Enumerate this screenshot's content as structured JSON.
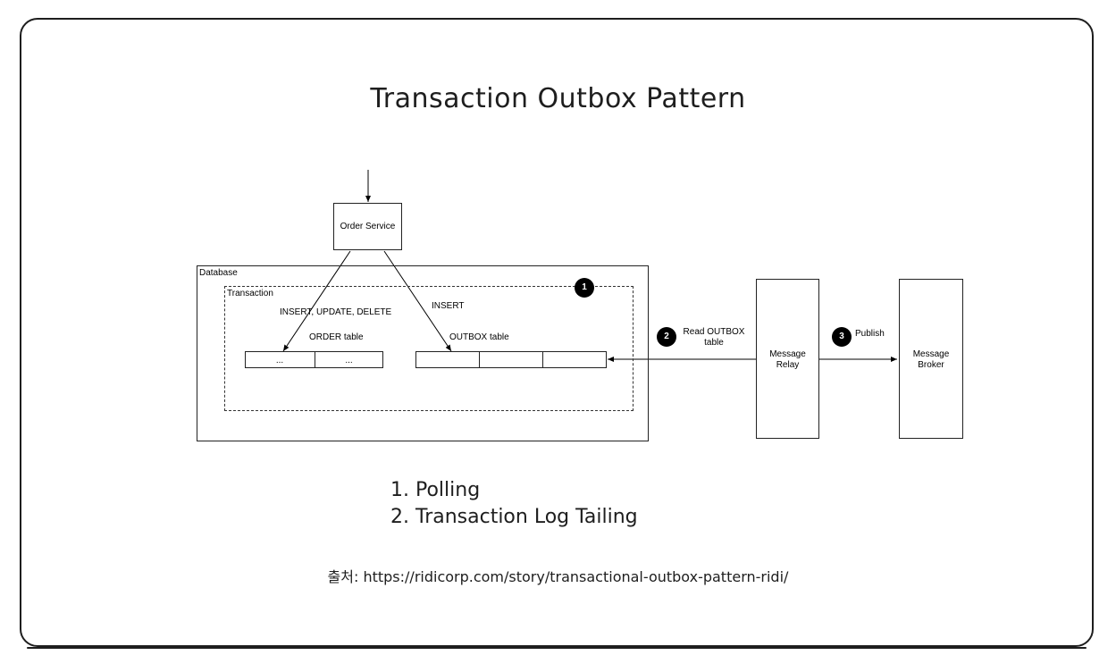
{
  "title": "Transaction Outbox Pattern",
  "diagram": {
    "order_service": "Order Service",
    "database": "Database",
    "transaction": "Transaction",
    "insert_update_delete": "INSERT, UPDATE, DELETE",
    "insert": "INSERT",
    "order_table": "ORDER table",
    "outbox_table": "OUTBOX table",
    "order_cells": [
      "...",
      "..."
    ],
    "badge_1": "1",
    "badge_2": "2",
    "badge_3": "3",
    "read_outbox_line1": "Read OUTBOX",
    "read_outbox_line2": "table",
    "publish": "Publish",
    "message_relay_line1": "Message",
    "message_relay_line2": "Relay",
    "message_broker_line1": "Message",
    "message_broker_line2": "Broker"
  },
  "methods": [
    "1. Polling",
    "2. Transaction Log Tailing"
  ],
  "source": "출처: https://ridicorp.com/story/transactional-outbox-pattern-ridi/"
}
